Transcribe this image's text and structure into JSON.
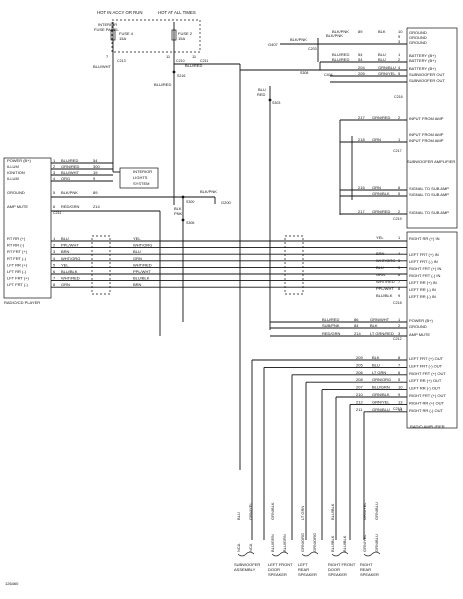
{
  "diagram_id": "126460",
  "top": {
    "hot_accy": "HOT IN ACCY OR RUN",
    "hot_all": "HOT AT ALL TIMES",
    "fuse_panel": [
      "INTERIOR",
      "FUSE PANEL"
    ],
    "fuse4": [
      "FUSE 4",
      "15A"
    ],
    "fuse2": [
      "FUSE 2",
      "15A"
    ],
    "pin7": "7",
    "pin11a": "11",
    "pin11b": "11",
    "c213": "C213",
    "c210": "C210",
    "c211": "C211",
    "s216": "S216",
    "w_bluwht": "BLU/WHT",
    "w_blured1": "BLU/RED",
    "w_blured2": "BLU/RED",
    "w_blured3": "BLU/RED"
  },
  "ground_block": {
    "g407": "G407",
    "c203": "C203",
    "c404": "C404",
    "s308": "S308",
    "s303": "S303",
    "blu_red": [
      "BLU",
      "RED"
    ],
    "w_blkpnk1": "BLK/PNK",
    "w_blkpnk2": "BLK/PNK",
    "rows": [
      {
        "wire": "BLK/PNK",
        "pin": "89",
        "color": "BLK",
        "term": "10",
        "func": "GROUND"
      },
      {
        "wire": "",
        "pin": "",
        "color": "",
        "term": "9",
        "func": "GROUND"
      },
      {
        "wire": "",
        "pin": "",
        "color": "",
        "term": "3",
        "func": "GROUND"
      },
      {
        "wire": "BLU/RED",
        "pin": "54",
        "color": "BLU",
        "term": "1",
        "func": "BATTERY (B+)"
      },
      {
        "wire": "BLU/RED",
        "pin": "54",
        "color": "BLU",
        "term": "2",
        "func": "BATTERY (B+)"
      },
      {
        "wire": "",
        "pin": "204",
        "color": "GRN/BLU",
        "term": "4",
        "func": "BATTERY (B+)"
      },
      {
        "wire": "",
        "pin": "205",
        "color": "GRN/YEL",
        "term": "5",
        "func": "SUBWOOFER OUT"
      },
      {
        "wire": "",
        "pin": "",
        "color": "",
        "term": "",
        "func": "SUBWOOFER OUT"
      }
    ],
    "c216": "C216"
  },
  "sub_amp": {
    "title": "SUBWOOFER AMPLIFIER",
    "c217": "C217",
    "rows": [
      {
        "pin": "217",
        "color": "GRN/RED",
        "term": "2",
        "func": "INPUT FROM AMP"
      },
      {
        "pin": "",
        "color": "",
        "term": "",
        "func": "INPUT FROM AMP"
      },
      {
        "pin": "218",
        "color": "GRN",
        "term": "1",
        "func": "INPUT FROM AMP"
      }
    ],
    "c219": "C219",
    "sig_rows": [
      {
        "pin": "216",
        "color": "GRN",
        "term": "6",
        "func": "SIGNAL TO SUB AMP"
      },
      {
        "pin": "",
        "color": "GRN/BLK",
        "term": "5",
        "func": "SIGNAL TO SUB AMP"
      },
      {
        "pin": "217",
        "color": "GRN/RED",
        "term": "2",
        "func": "SIGNAL TO SUB AMP"
      }
    ]
  },
  "radio_player": {
    "title": "RADIO/CD PLAYER",
    "c211": "C211",
    "c221": "C211",
    "power_rows": [
      {
        "func": "POWER (B+)",
        "pin": "1",
        "color": "BLU/RED",
        "circuit": "54"
      },
      {
        "func": "ILLUM",
        "pin": "2",
        "color": "GRN/RED",
        "circuit": "300"
      },
      {
        "func": "IGNITION",
        "pin": "3",
        "color": "BLU/WHT",
        "circuit": "19"
      },
      {
        "func": "ILLUM",
        "pin": "4",
        "color": "ORG",
        "circuit": "9"
      },
      {
        "func": "GROUND",
        "pin": "5",
        "color": "BLK/PNK",
        "circuit": "89"
      },
      {
        "func": "AMP MUTE",
        "pin": "6",
        "color": "RED/GRN",
        "circuit": "214"
      }
    ],
    "interior_lights": [
      "INTERIOR",
      "LIGHTS",
      "SYSTEM"
    ],
    "w_blkpnk": "BLK/PNK",
    "blk_pnk": [
      "BLK",
      "PNK"
    ],
    "s300": "S300",
    "s306": "S306",
    "g200": "G200",
    "spk_rows": [
      {
        "func": "RT RR (+)",
        "pin": "1",
        "color": "BLU",
        "right": "YEL"
      },
      {
        "func": "RT RR (-)",
        "pin": "2",
        "color": "PPL/WHT",
        "right": "WHT/ORG"
      },
      {
        "func": "RT FRT (+)",
        "pin": "3",
        "color": "BRN",
        "right": "BLU"
      },
      {
        "func": "RT FRT (-)",
        "pin": "4",
        "color": "WHT/ORG",
        "right": "GRN"
      },
      {
        "func": "LFT RR (+)",
        "pin": "5",
        "color": "YEL",
        "right": "WHT/RED"
      },
      {
        "func": "LFT RR (-)",
        "pin": "6",
        "color": "BLU/BLK",
        "right": "PPL/WHT"
      },
      {
        "func": "LFT FRT (+)",
        "pin": "7",
        "color": "WHT/RED",
        "right": "BLU/BLK"
      },
      {
        "func": "LFT FRT (-)",
        "pin": "8",
        "color": "GRN",
        "right": "BRN"
      }
    ]
  },
  "radio_amp": {
    "title": "RADIO AMPLIFIER",
    "c218": "C218",
    "c212": "C212",
    "c213": "C213",
    "in_rows": [
      {
        "color": "YEL",
        "term": "1",
        "func": "RIGHT RR (+) IN"
      },
      {
        "color": "",
        "term": "",
        "func": ""
      },
      {
        "color": "BRN",
        "term": "4",
        "func": "LEFT FRT (+) IN"
      },
      {
        "color": "WHT/ORG",
        "term": "3",
        "func": "LEFT FRT (-) IN"
      },
      {
        "color": "BLU",
        "term": "5",
        "func": "RIGHT FRT (+) IN"
      },
      {
        "color": "GRN",
        "term": "6",
        "func": "RIGHT FRT (-) IN"
      },
      {
        "color": "WHT/RED",
        "term": "7",
        "func": "LEFT RR (+) IN"
      },
      {
        "color": "PPL/WHT",
        "term": "8",
        "func": "LEFT RR (-) IN"
      },
      {
        "color": "BLU/BLK",
        "term": "9",
        "func": "LEFT RR (-) IN"
      }
    ],
    "pwr_rows": [
      {
        "wire": "BLU/RED",
        "pin": "86",
        "color": "GRN/WHT",
        "term": "1",
        "func": "POWER (B+)"
      },
      {
        "wire": "SUB/PNK",
        "pin": "84",
        "color": "BLK",
        "term": "2",
        "func": "GROUND"
      },
      {
        "wire": "RED/GRN",
        "pin": "214",
        "color": "LT GRN/RED",
        "term": "3",
        "func": "AMP MUTE"
      }
    ],
    "out_rows": [
      {
        "pin": "209",
        "color": "BLK",
        "term": "8",
        "func": "LEFT FRT (+) OUT"
      },
      {
        "pin": "205",
        "color": "BLU",
        "term": "7",
        "func": "LEFT FRT (-) OUT"
      },
      {
        "pin": "206",
        "color": "LT GRN",
        "term": "6",
        "func": "RIGHT FRT (+) OUT"
      },
      {
        "pin": "208",
        "color": "GRN/ORG",
        "term": "5",
        "func": "LEFT RR (+) OUT"
      },
      {
        "pin": "207",
        "color": "BLU/GRN",
        "term": "10",
        "func": "LEFT RR (-) OUT"
      },
      {
        "pin": "210",
        "color": "GRN/BLK",
        "term": "9",
        "func": "RIGHT FRT (+) OUT"
      },
      {
        "pin": "212",
        "color": "GRN/YEL",
        "term": "13",
        "func": "RIGHT RR (+) OUT"
      },
      {
        "pin": "211",
        "color": "GRN/BLU",
        "term": "14",
        "func": "RIGHT RR (-) OUT"
      }
    ]
  },
  "speakers": [
    {
      "wires": [
        "BLU",
        "GRN/YEL"
      ],
      "conn": [
        "NCA",
        "NCA"
      ],
      "name": [
        "SUBWOOFER",
        "ASSEMBLY"
      ]
    },
    {
      "wires": [
        "GRN/BLK"
      ],
      "conn": [
        "BLU/GRN",
        "BLU/GRN"
      ],
      "name": [
        "LEFT FRONT",
        "DOOR",
        "SPEAKER"
      ]
    },
    {
      "wires": [
        "LT GRN"
      ],
      "conn": [
        "GRN/ORG",
        "GRN/ORG"
      ],
      "name": [
        "LEFT",
        "REAR",
        "SPEAKER"
      ]
    },
    {
      "wires": [
        "BLU/BLK"
      ],
      "conn": [
        "BLU/BLK",
        "BLU/BLK"
      ],
      "name": [
        "RIGHT FRONT",
        "DOOR",
        "SPEAKER"
      ]
    },
    {
      "wires": [
        "GRN/YEL",
        "GRN/BLU"
      ],
      "conn": [
        "GRN/YEL",
        "GRN/BLU"
      ],
      "name": [
        "RIGHT",
        "REAR",
        "SPEAKER"
      ]
    }
  ]
}
